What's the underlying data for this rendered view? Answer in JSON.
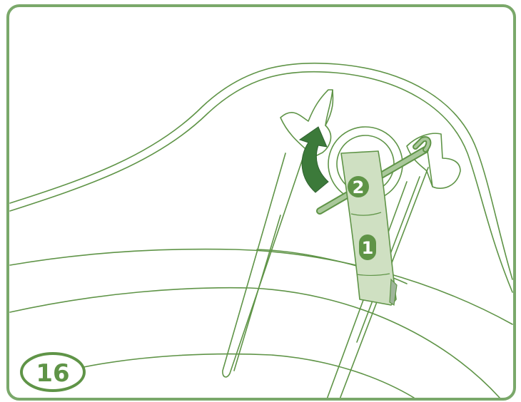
{
  "step": {
    "number": "16",
    "badge_color": "#5f9447",
    "badge_fill": "#ffffff"
  },
  "markers": [
    {
      "label": "2",
      "color": "#5f9447"
    },
    {
      "label": "1",
      "color": "#5f9447"
    }
  ],
  "colors": {
    "frame": "#7aa86a",
    "line": "#5f9447",
    "strap_fill": "#cfe0c2",
    "arrow_fill": "#3c7a3a",
    "hook": "#a9c89a"
  },
  "icons": {
    "arrow": "curved-up-arrow-icon",
    "hook": "hook-pin-icon"
  }
}
